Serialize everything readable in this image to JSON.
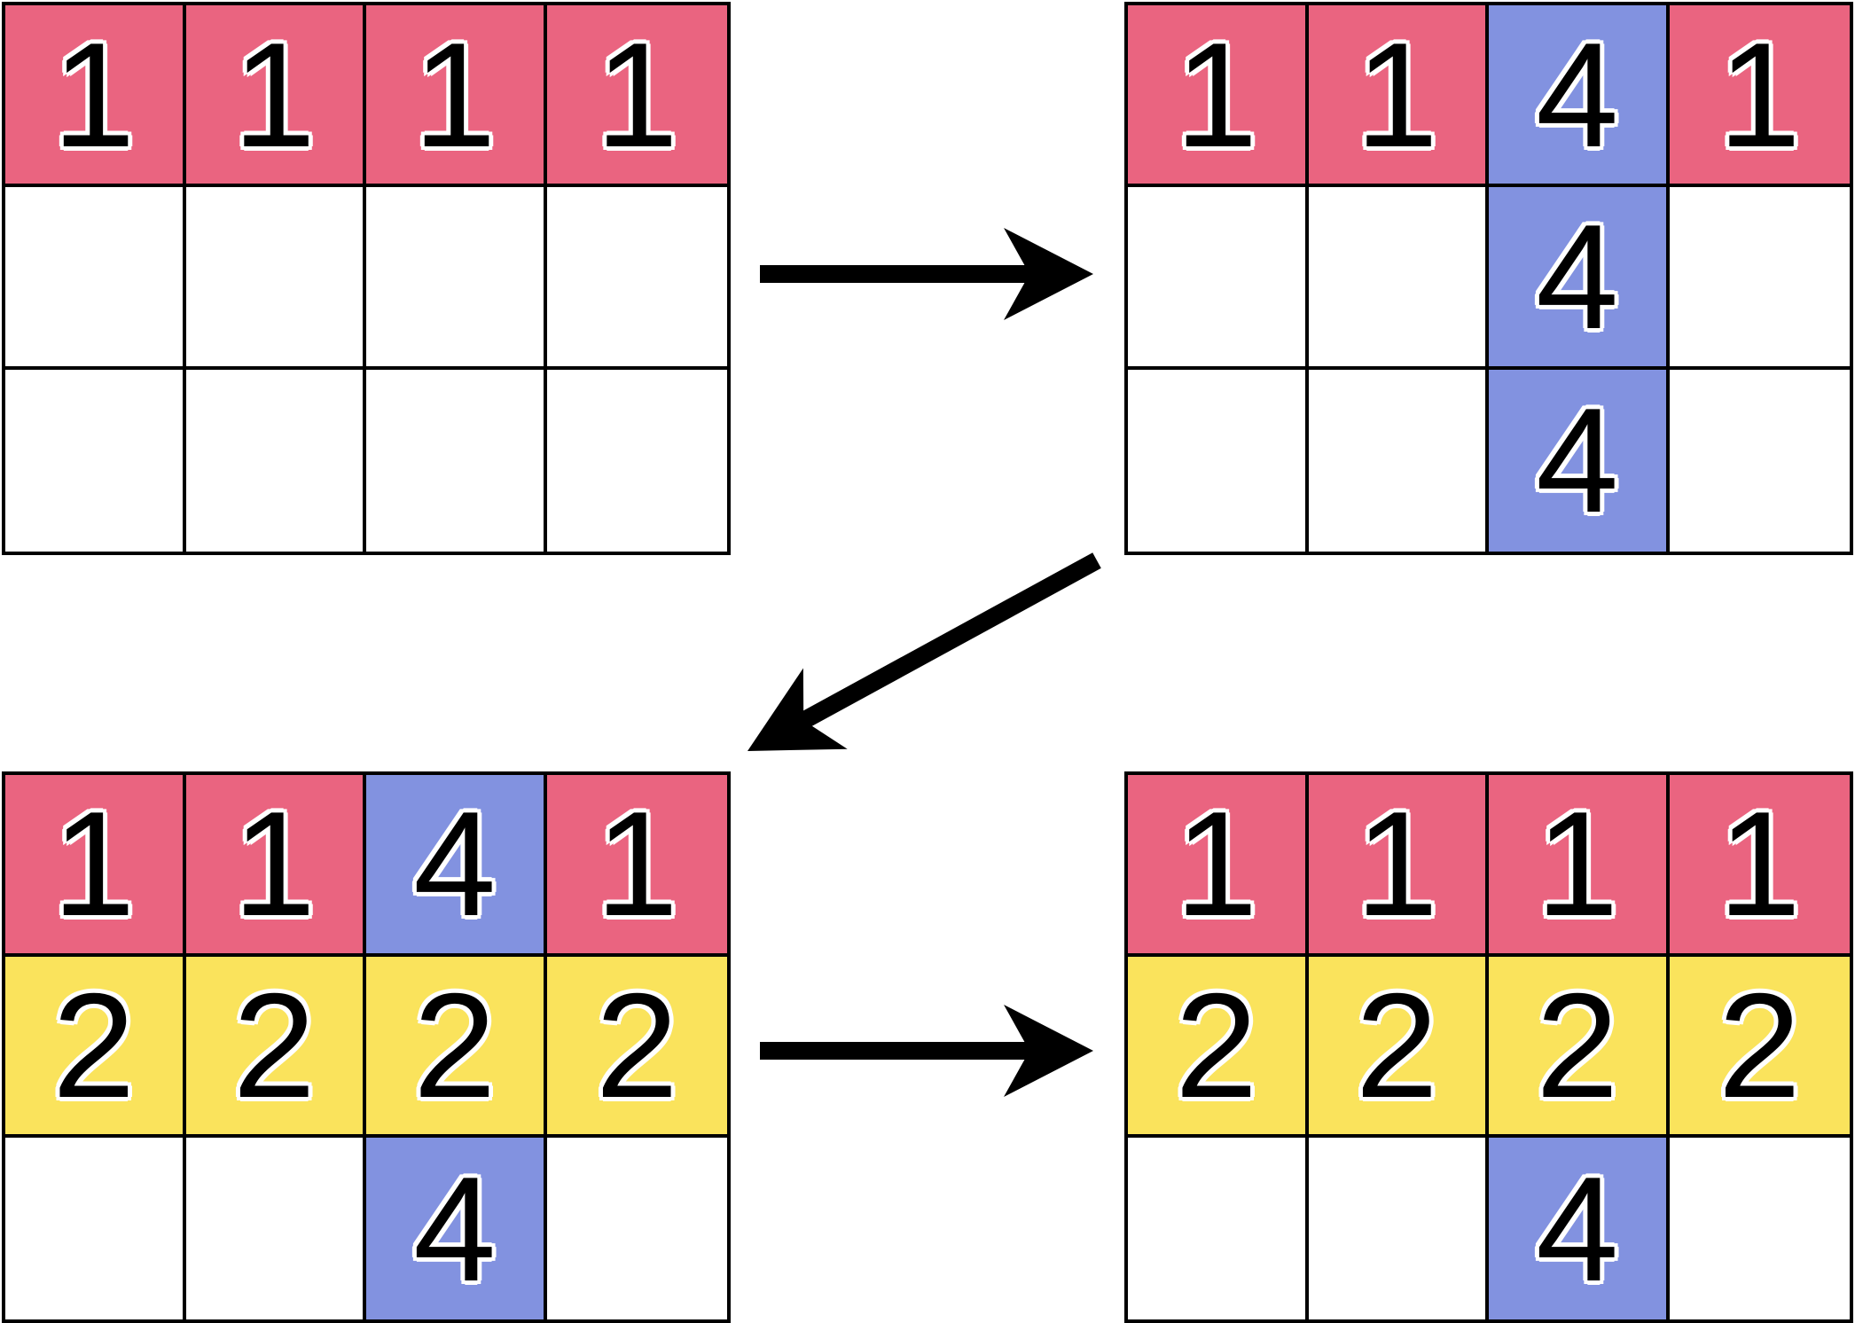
{
  "diagram": {
    "kind": "grid-transformation-sequence",
    "grid_columns": 4,
    "grid_rows": 3
  },
  "palette": {
    "pink": "#EA6480",
    "yellow": "#FAE35C",
    "blue": "#8292E0",
    "white": "#FFFFFF",
    "line": "#000000",
    "arrow": "#000000"
  },
  "grids": {
    "top_left": {
      "label": "step-1-grid",
      "rows": [
        [
          {
            "v": "1",
            "c": "pink"
          },
          {
            "v": "1",
            "c": "pink"
          },
          {
            "v": "1",
            "c": "pink"
          },
          {
            "v": "1",
            "c": "pink"
          }
        ],
        [
          {
            "v": "",
            "c": "white"
          },
          {
            "v": "",
            "c": "white"
          },
          {
            "v": "",
            "c": "white"
          },
          {
            "v": "",
            "c": "white"
          }
        ],
        [
          {
            "v": "",
            "c": "white"
          },
          {
            "v": "",
            "c": "white"
          },
          {
            "v": "",
            "c": "white"
          },
          {
            "v": "",
            "c": "white"
          }
        ]
      ]
    },
    "top_right": {
      "label": "step-2-grid",
      "rows": [
        [
          {
            "v": "1",
            "c": "pink"
          },
          {
            "v": "1",
            "c": "pink"
          },
          {
            "v": "4",
            "c": "blue"
          },
          {
            "v": "1",
            "c": "pink"
          }
        ],
        [
          {
            "v": "",
            "c": "white"
          },
          {
            "v": "",
            "c": "white"
          },
          {
            "v": "4",
            "c": "blue"
          },
          {
            "v": "",
            "c": "white"
          }
        ],
        [
          {
            "v": "",
            "c": "white"
          },
          {
            "v": "",
            "c": "white"
          },
          {
            "v": "4",
            "c": "blue"
          },
          {
            "v": "",
            "c": "white"
          }
        ]
      ]
    },
    "bottom_left": {
      "label": "step-3-grid",
      "rows": [
        [
          {
            "v": "1",
            "c": "pink"
          },
          {
            "v": "1",
            "c": "pink"
          },
          {
            "v": "4",
            "c": "blue"
          },
          {
            "v": "1",
            "c": "pink"
          }
        ],
        [
          {
            "v": "2",
            "c": "yellow"
          },
          {
            "v": "2",
            "c": "yellow"
          },
          {
            "v": "2",
            "c": "yellow"
          },
          {
            "v": "2",
            "c": "yellow"
          }
        ],
        [
          {
            "v": "",
            "c": "white"
          },
          {
            "v": "",
            "c": "white"
          },
          {
            "v": "4",
            "c": "blue"
          },
          {
            "v": "",
            "c": "white"
          }
        ]
      ]
    },
    "bottom_right": {
      "label": "step-4-grid",
      "rows": [
        [
          {
            "v": "1",
            "c": "pink"
          },
          {
            "v": "1",
            "c": "pink"
          },
          {
            "v": "1",
            "c": "pink"
          },
          {
            "v": "1",
            "c": "pink"
          }
        ],
        [
          {
            "v": "2",
            "c": "yellow"
          },
          {
            "v": "2",
            "c": "yellow"
          },
          {
            "v": "2",
            "c": "yellow"
          },
          {
            "v": "2",
            "c": "yellow"
          }
        ],
        [
          {
            "v": "",
            "c": "white"
          },
          {
            "v": "",
            "c": "white"
          },
          {
            "v": "4",
            "c": "blue"
          },
          {
            "v": "",
            "c": "white"
          }
        ]
      ]
    }
  },
  "arrows": [
    {
      "name": "arrow-top-right-icon",
      "direction": "right",
      "from": "top_left",
      "to": "top_right"
    },
    {
      "name": "arrow-diagonal-down-icon",
      "direction": "down-left",
      "from": "top_right",
      "to": "bottom_left"
    },
    {
      "name": "arrow-bottom-right-icon",
      "direction": "right",
      "from": "bottom_left",
      "to": "bottom_right"
    }
  ]
}
